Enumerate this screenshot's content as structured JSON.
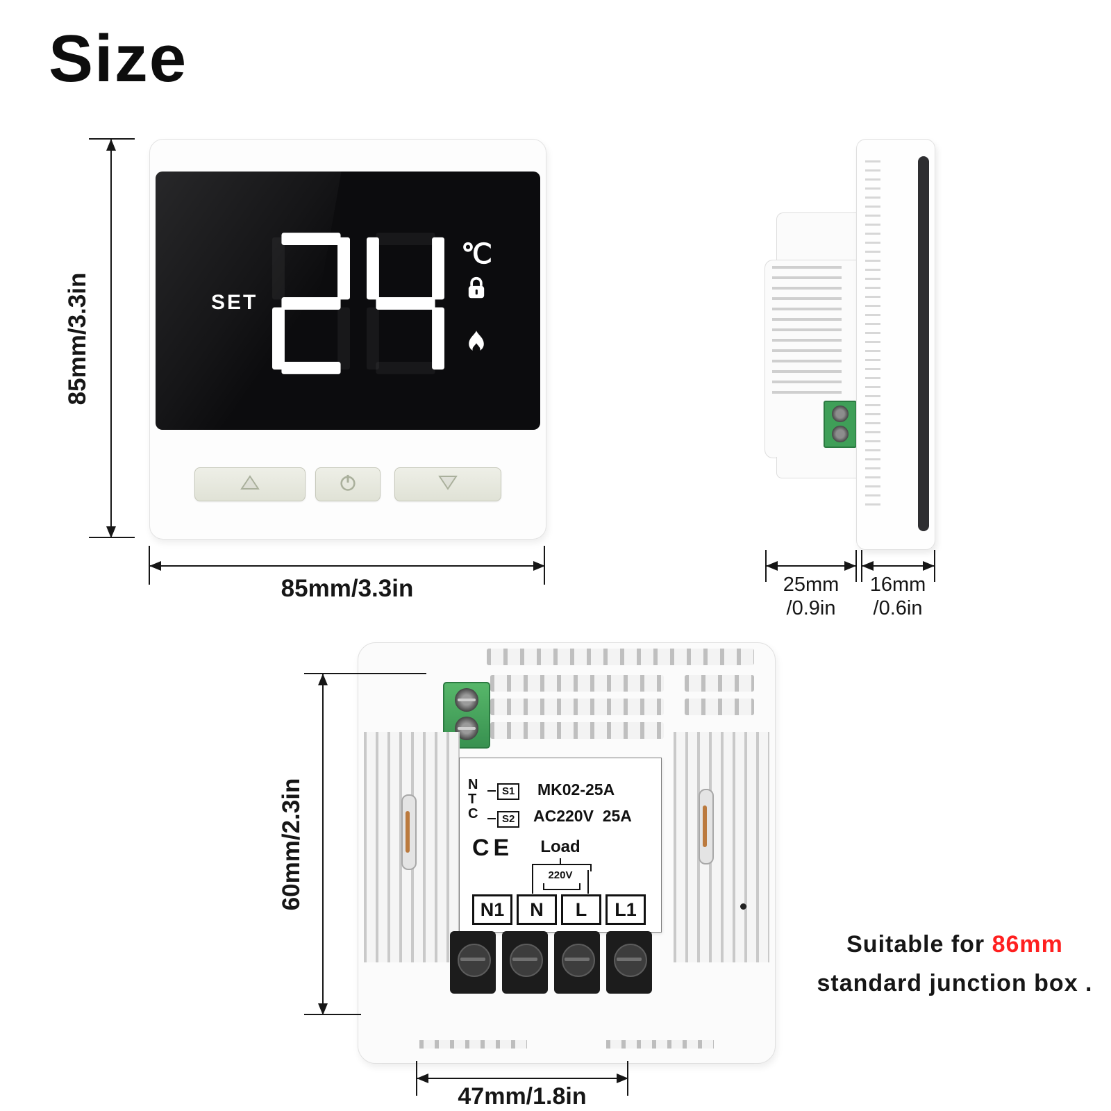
{
  "title": "Size",
  "front": {
    "set_label": "SET",
    "temperature": "24",
    "unit": "℃",
    "dim_height": "85mm/3.3in",
    "dim_width": "85mm/3.3in"
  },
  "side": {
    "dim_back_line1": "25mm",
    "dim_back_line2": "/0.9in",
    "dim_front_line1": "16mm",
    "dim_front_line2": "/0.6in"
  },
  "back": {
    "ntc": [
      "N",
      "T",
      "C"
    ],
    "s1": "S1",
    "s2": "S2",
    "model": "MK02-25A",
    "rating": "AC220V  25A",
    "ce": "CE",
    "load": "Load",
    "voltage": "220V",
    "terminals": [
      "N1",
      "N",
      "L",
      "L1"
    ],
    "dim_height": "60mm/2.3in",
    "dim_width": "47mm/1.8in"
  },
  "note": {
    "prefix": "Suitable for ",
    "highlight": "86mm",
    "line2": "standard junction box .",
    "highlight_color": "#ff1f1f"
  }
}
